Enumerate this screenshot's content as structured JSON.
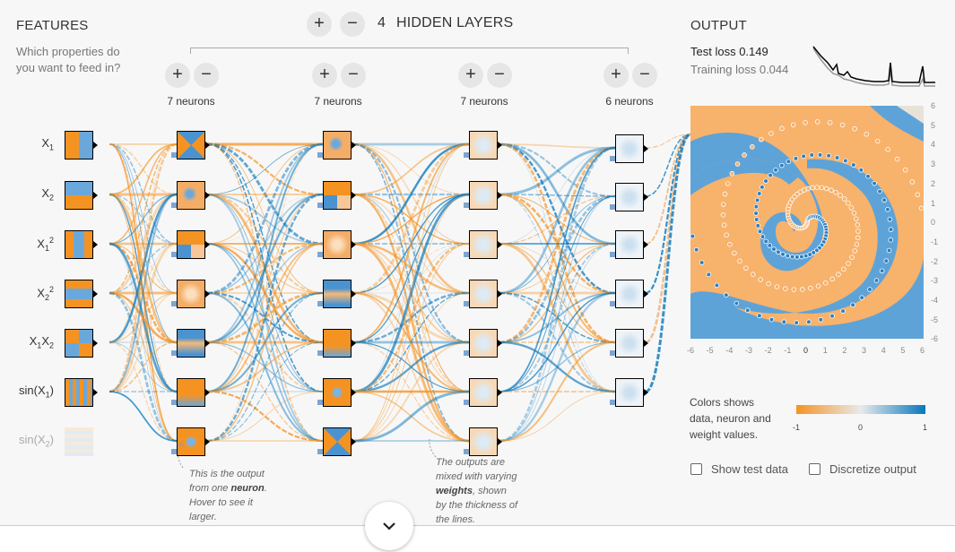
{
  "features": {
    "title": "FEATURES",
    "subtitle_line1": "Which properties do",
    "subtitle_line2": "you want to feed in?",
    "items": [
      {
        "base": "X",
        "sub": "1",
        "sup": ""
      },
      {
        "base": "X",
        "sub": "2",
        "sup": ""
      },
      {
        "base": "X",
        "sub": "1",
        "sup": "2"
      },
      {
        "base": "X",
        "sub": "2",
        "sup": "2"
      },
      {
        "base": "X",
        "sub": "1",
        "mid": "X",
        "sub2": "2"
      },
      {
        "text": "sin(X",
        "sub": "1",
        "close": ")"
      },
      {
        "text": "sin(X",
        "sub": "2",
        "close": ")"
      }
    ]
  },
  "hidden": {
    "plus": "+",
    "minus": "−",
    "count": "4",
    "label": "HIDDEN LAYERS"
  },
  "layers": [
    {
      "neurons_label": "7 neurons"
    },
    {
      "neurons_label": "7 neurons"
    },
    {
      "neurons_label": "7 neurons"
    },
    {
      "neurons_label": "6 neurons"
    }
  ],
  "notes": {
    "neuron_a": "This is the output",
    "neuron_b": "from one ",
    "neuron_bold": "neuron",
    "neuron_c": ". Hover to see it",
    "neuron_d": "larger.",
    "weights_a": "The outputs are",
    "weights_b": "mixed with varying",
    "weights_bold": "weights",
    "weights_c": ", shown",
    "weights_d": "by the thickness of",
    "weights_e": "the lines."
  },
  "output": {
    "title": "OUTPUT",
    "test_loss_label": "Test loss",
    "test_loss_value": "0.149",
    "train_loss_label": "Training loss",
    "train_loss_value": "0.044",
    "x_ticks": [
      "-6",
      "-5",
      "-4",
      "-3",
      "-2",
      "-1",
      "0",
      "1",
      "2",
      "3",
      "4",
      "5",
      "6"
    ],
    "y_ticks": [
      "6",
      "5",
      "4",
      "3",
      "2",
      "1",
      "0",
      "-1",
      "-2",
      "-3",
      "-4",
      "-5",
      "-6"
    ]
  },
  "legend": {
    "line1": "Colors shows",
    "line2": "data, neuron and",
    "line3": "weight values.",
    "min": "-1",
    "mid": "0",
    "max": "1"
  },
  "options": {
    "show_test": "Show test data",
    "discretize": "Discretize output"
  },
  "colors": {
    "orange": "#f59322",
    "blue": "#0877bd",
    "light": "#e8eaeb"
  }
}
